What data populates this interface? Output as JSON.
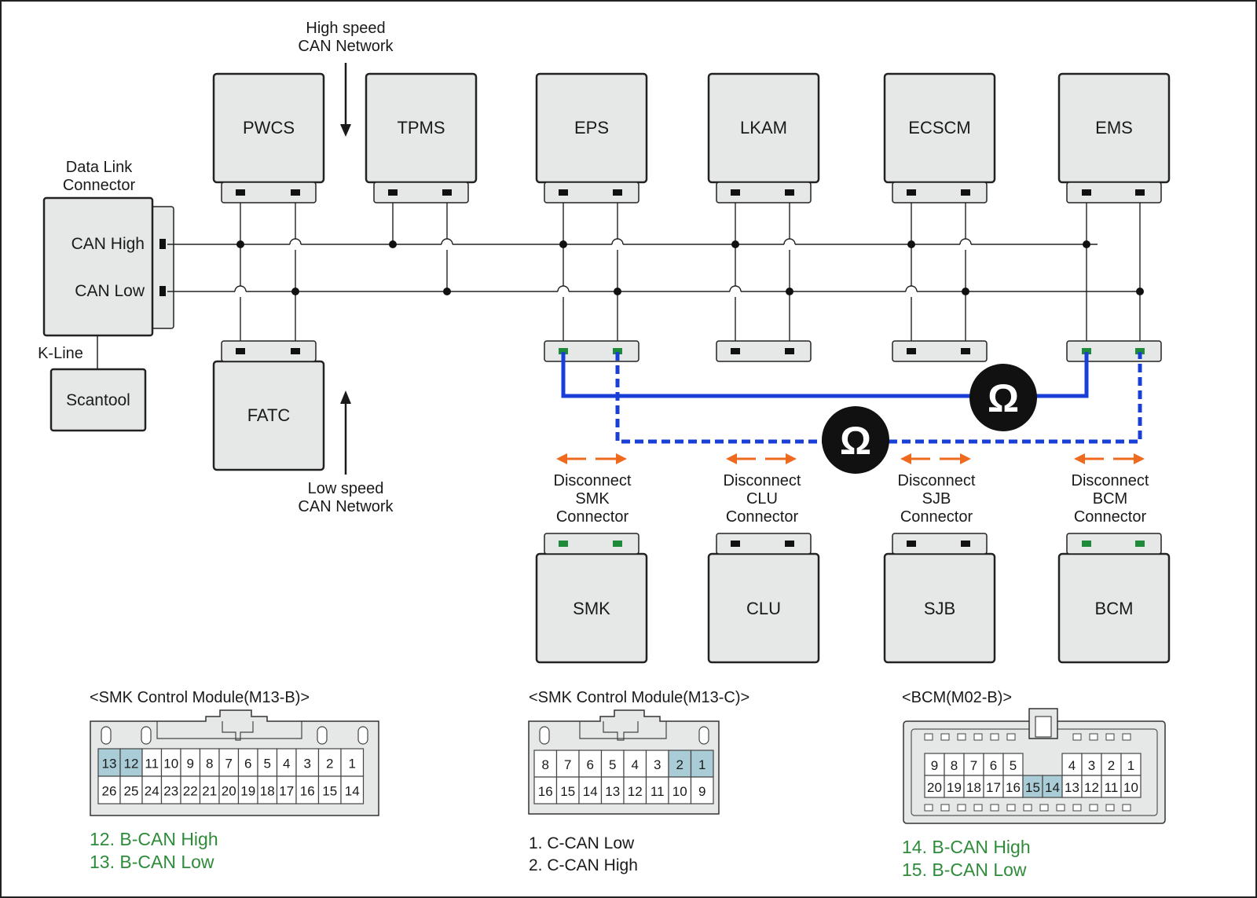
{
  "network_labels": {
    "high_speed": [
      "High speed",
      "CAN Network"
    ],
    "low_speed": [
      "Low speed",
      "CAN Network"
    ]
  },
  "dlc": {
    "title": [
      "Data Link",
      "Connector"
    ],
    "can_high": "CAN High",
    "can_low": "CAN Low",
    "k_line": "K-Line",
    "scantool": "Scantool"
  },
  "modules": {
    "pwcs": "PWCS",
    "tpms": "TPMS",
    "eps": "EPS",
    "lkam": "LKAM",
    "ecscm": "ECSCM",
    "ems": "EMS",
    "fatc": "FATC",
    "smk": "SMK",
    "clu": "CLU",
    "sjb": "SJB",
    "bcm": "BCM"
  },
  "disconnect": {
    "smk": [
      "Disconnect",
      "SMK",
      "Connector"
    ],
    "clu": [
      "Disconnect",
      "CLU",
      "Connector"
    ],
    "sjb": [
      "Disconnect",
      "SJB",
      "Connector"
    ],
    "bcm": [
      "Disconnect",
      "BCM",
      "Connector"
    ]
  },
  "ohm_symbol": "Ω",
  "colors": {
    "module_fill": "#e6e8e8",
    "measure_line": "#1a3fd6",
    "arrow": "#ee6a1f",
    "pin_active": "#1e8a3a",
    "pin_highlight": "#a9ccd6",
    "legend_green": "#2e8b3a"
  },
  "connectors": {
    "smk_b": {
      "title": "<SMK Control Module(M13-B)>",
      "top_row": [
        "13",
        "12",
        "11",
        "10",
        "9",
        "8",
        "7",
        "6",
        "5",
        "4",
        "3",
        "2",
        "1"
      ],
      "bottom_row": [
        "26",
        "25",
        "24",
        "23",
        "22",
        "21",
        "20",
        "19",
        "18",
        "17",
        "16",
        "15",
        "14"
      ],
      "highlight": [
        "13",
        "12"
      ],
      "legend": [
        "12. B-CAN High",
        "13. B-CAN Low"
      ]
    },
    "smk_c": {
      "title": "<SMK Control Module(M13-C)>",
      "top_row": [
        "8",
        "7",
        "6",
        "5",
        "4",
        "3",
        "2",
        "1"
      ],
      "bottom_row": [
        "16",
        "15",
        "14",
        "13",
        "12",
        "11",
        "10",
        "9"
      ],
      "highlight": [
        "2",
        "1"
      ],
      "legend": [
        "1. C-CAN Low",
        "2. C-CAN High"
      ]
    },
    "bcm_b": {
      "title": "<BCM(M02-B)>",
      "top_row": [
        "9",
        "8",
        "7",
        "6",
        "5",
        "",
        "",
        "4",
        "3",
        "2",
        "1"
      ],
      "bottom_row": [
        "20",
        "19",
        "18",
        "17",
        "16",
        "15",
        "14",
        "13",
        "12",
        "11",
        "10"
      ],
      "highlight": [
        "15",
        "14"
      ],
      "legend": [
        "14. B-CAN High",
        "15. B-CAN Low"
      ]
    }
  }
}
